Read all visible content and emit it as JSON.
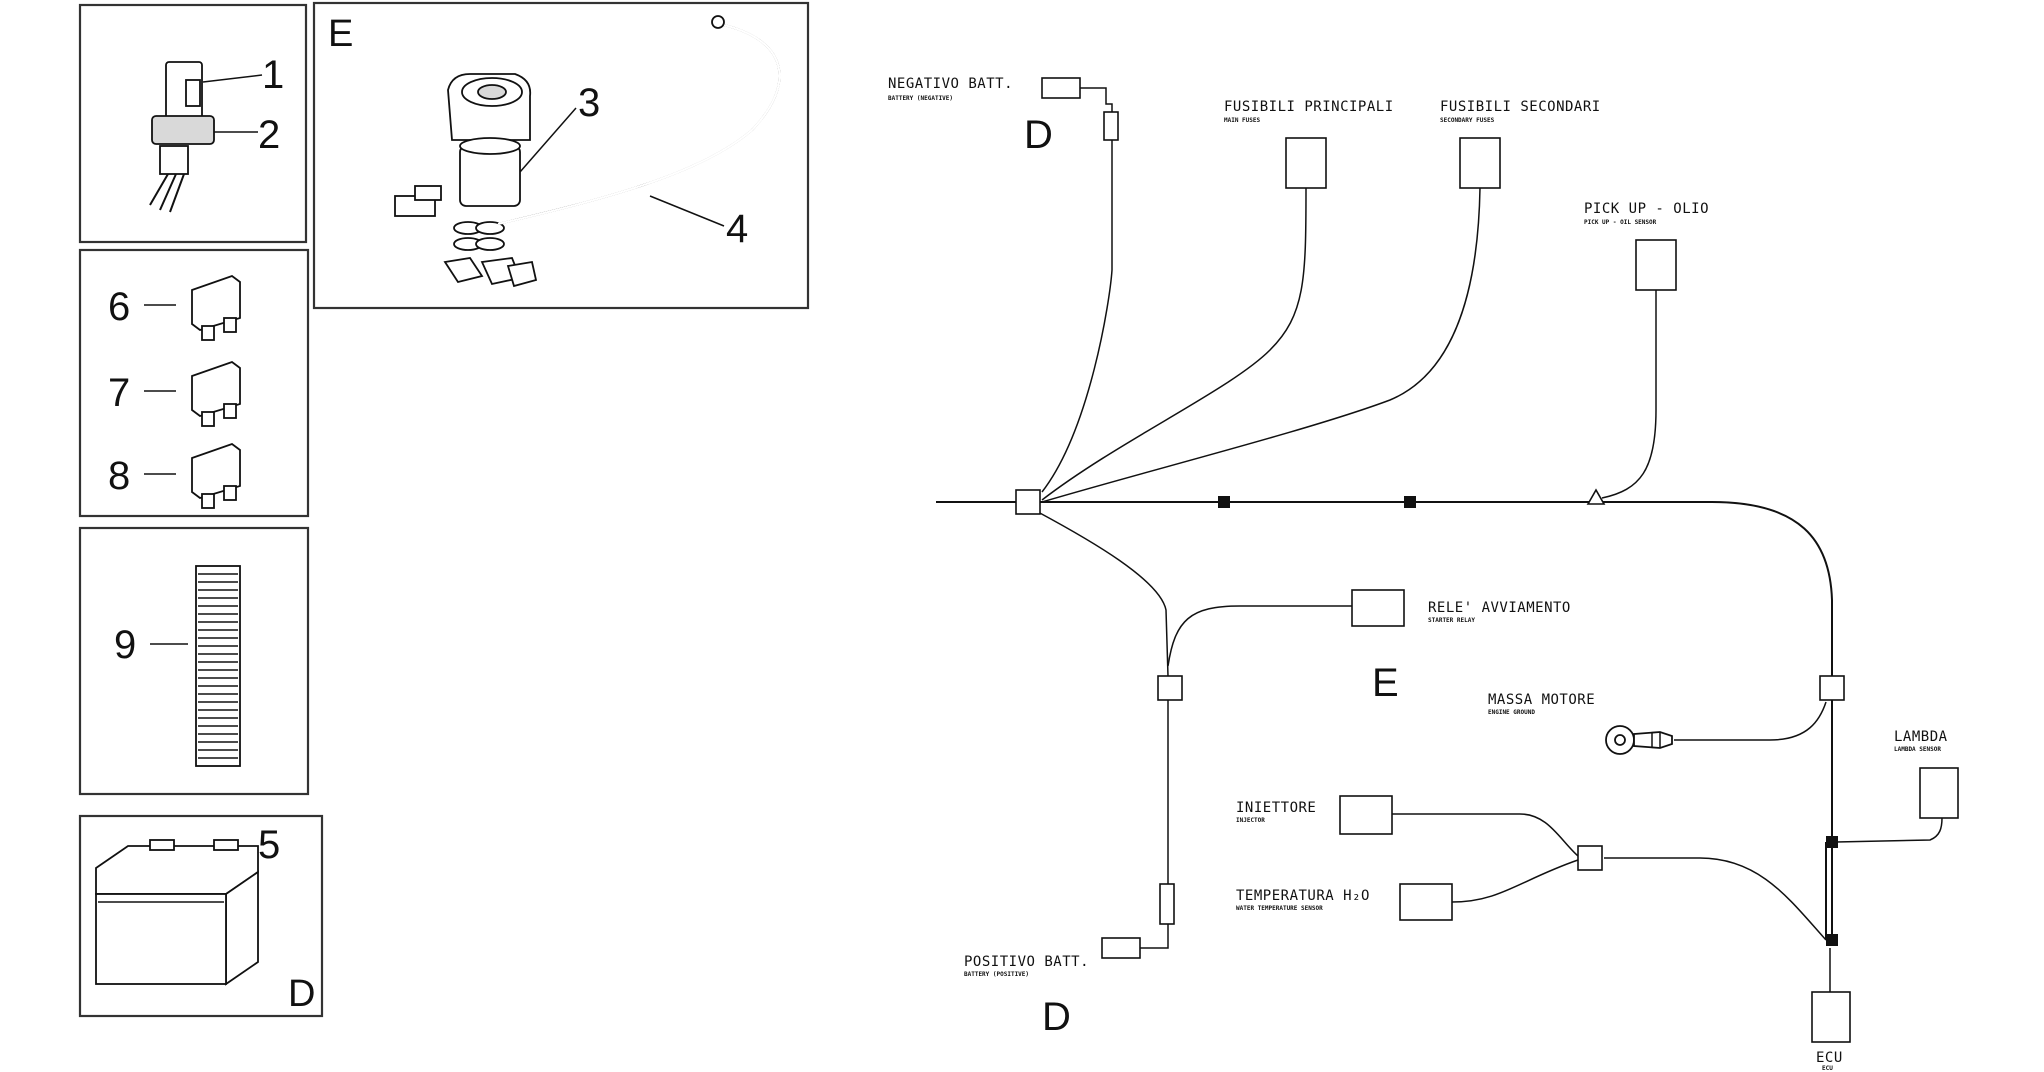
{
  "panels": {
    "relay": {
      "callouts": [
        "1",
        "2"
      ]
    },
    "starter_kit": {
      "letter": "E",
      "callouts": [
        "3",
        "4"
      ]
    },
    "fuses": {
      "callouts": [
        "6",
        "7",
        "8"
      ]
    },
    "fuse_strip": {
      "callouts": [
        "9"
      ]
    },
    "battery": {
      "callouts": [
        "5"
      ],
      "letter": "D"
    }
  },
  "harness": {
    "negativo": {
      "label": "NEGATIVO BATT.",
      "sublabel": "BATTERY (NEGATIVE)",
      "letter": "D"
    },
    "fusibili_principali": {
      "label": "FUSIBILI PRINCIPALI",
      "sublabel": "MAIN FUSES"
    },
    "fusibili_secondari": {
      "label": "FUSIBILI SECONDARI",
      "sublabel": "SECONDARY FUSES"
    },
    "pickup": {
      "label": "PICK UP - OLIO",
      "sublabel": "PICK UP - OIL SENSOR"
    },
    "rele": {
      "label": "RELE' AVVIAMENTO",
      "sublabel": "STARTER RELAY",
      "letter": "E"
    },
    "massa": {
      "label": "MASSA MOTORE",
      "sublabel": "ENGINE GROUND"
    },
    "lambda": {
      "label": "LAMBDA",
      "sublabel": "LAMBDA SENSOR"
    },
    "iniettore": {
      "label": "INIETTORE",
      "sublabel": "INJECTOR"
    },
    "temperatura": {
      "label": "TEMPERATURA H₂O",
      "sublabel": "WATER TEMPERATURE SENSOR"
    },
    "positivo": {
      "label": "POSITIVO BATT.",
      "sublabel": "BATTERY (POSITIVE)",
      "letter": "D"
    },
    "ecu": {
      "label": "ECU",
      "sublabel": "ECU"
    }
  },
  "colors": {
    "ink": "#111111",
    "panel_border": "#333333"
  }
}
